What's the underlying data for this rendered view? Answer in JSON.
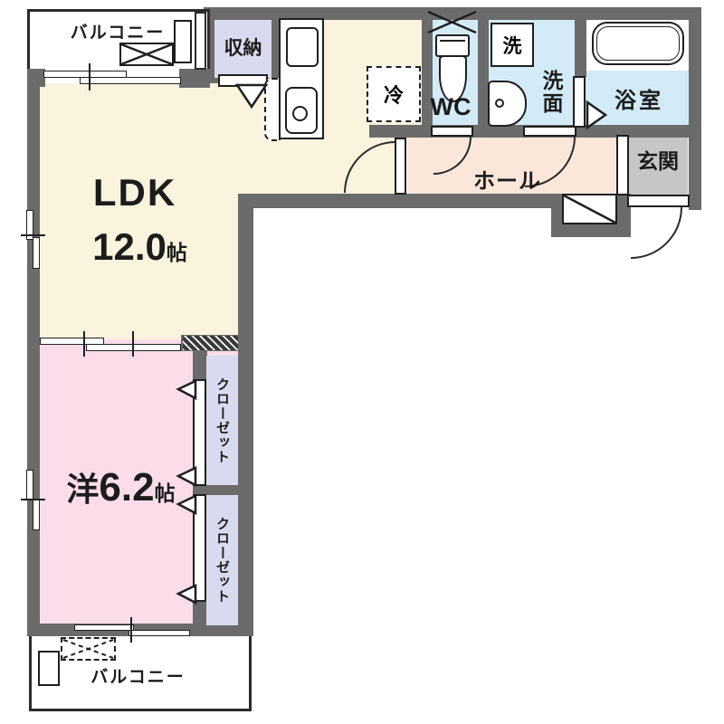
{
  "rooms": {
    "ldk": {
      "label": "LDK",
      "area": "12.0",
      "unit": "帖"
    },
    "western_room": {
      "label": "洋",
      "area": "6.2",
      "unit": "帖"
    },
    "hall": {
      "label": "ホール"
    },
    "entrance": {
      "label": "玄関"
    },
    "bathroom": {
      "label": "浴室"
    },
    "washroom": {
      "label": "洗面"
    },
    "wc": {
      "label": "WC"
    },
    "storage": {
      "label": "収納"
    },
    "closet_upper": {
      "label": "クローゼット"
    },
    "closet_lower": {
      "label": "クローゼット"
    },
    "balcony_top": {
      "label": "バルコニー"
    },
    "balcony_bottom": {
      "label": "バルコニー"
    }
  },
  "fixtures": {
    "refrigerator": {
      "label": "冷"
    },
    "washer": {
      "label": "洗"
    }
  },
  "colors": {
    "wall": "#6b6b6b",
    "ldk": "#faf3dd",
    "western": "#fadde9",
    "hall": "#fbe7da",
    "wet": "#d2ebf7",
    "closet": "#d9d9ef",
    "entrance": "#c6c6c6"
  }
}
